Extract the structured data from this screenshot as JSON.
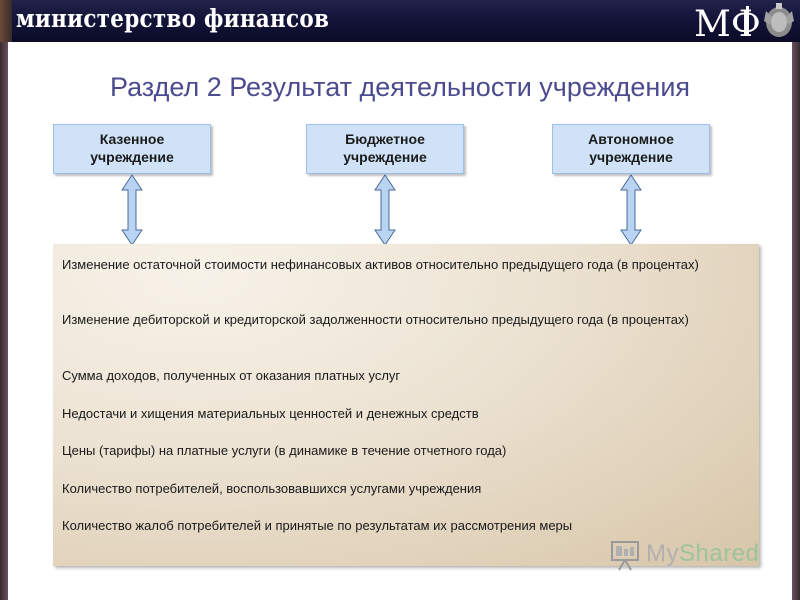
{
  "header": {
    "ministry_title": "министерство финансов",
    "logo_text": "МФ"
  },
  "page_title": "Раздел 2 Результат деятельности учреждения",
  "institution_types": [
    {
      "line1": "Казенное",
      "line2": "учреждение"
    },
    {
      "line1": "Бюджетное",
      "line2": "учреждение"
    },
    {
      "line1": "Автономное",
      "line2": "учреждение"
    }
  ],
  "indicators": [
    "Изменение остаточной стоимости нефинансовых активов относительно предыдущего года (в процентах)",
    "Изменение дебиторской и кредиторской задолженности относительно предыдущего года (в процентах)",
    "Сумма доходов, полученных от оказания платных услуг",
    "Недостачи и хищения материальных ценностей и денежных средств",
    "Цены (тарифы) на платные услуги (в динамике в течение отчетного года)",
    "Количество потребителей, воспользовавшихся услугами учреждения",
    "Количество жалоб потребителей и принятые по результатам их рассмотрения меры"
  ],
  "watermark": {
    "part1": "My",
    "part2": "Shared"
  },
  "colors": {
    "header_bg": "#14143a",
    "title": "#4b4b8f",
    "type_box_bg": "#cfe2f7",
    "arrow_fill": "#b9d3f3",
    "panel_bg": "#e6dac6"
  },
  "icons": [
    "double-arrow-icon",
    "emblem-icon",
    "presentation-icon"
  ]
}
